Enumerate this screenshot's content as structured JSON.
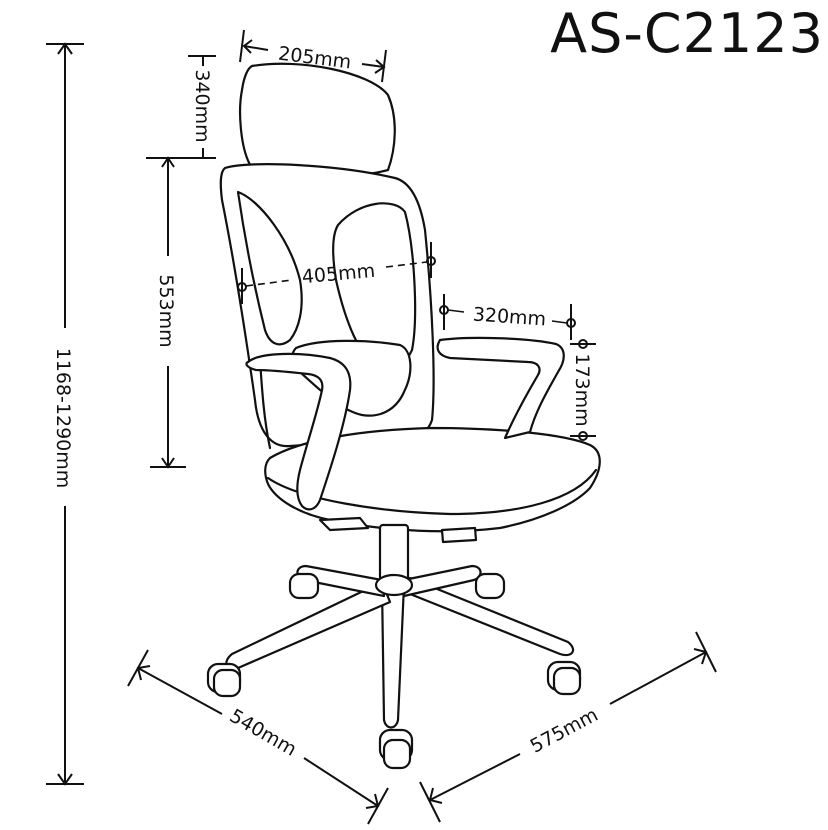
{
  "model": "AS-C2123",
  "dimensions": {
    "headrest_width": "205mm",
    "headrest_height": "340mm",
    "back_width": "405mm",
    "back_height": "553mm",
    "total_height": "1168-1290mm",
    "arm_to_seat_depth": "320mm",
    "arm_height": "173mm",
    "base_depth": "540mm",
    "base_width": "575mm"
  }
}
